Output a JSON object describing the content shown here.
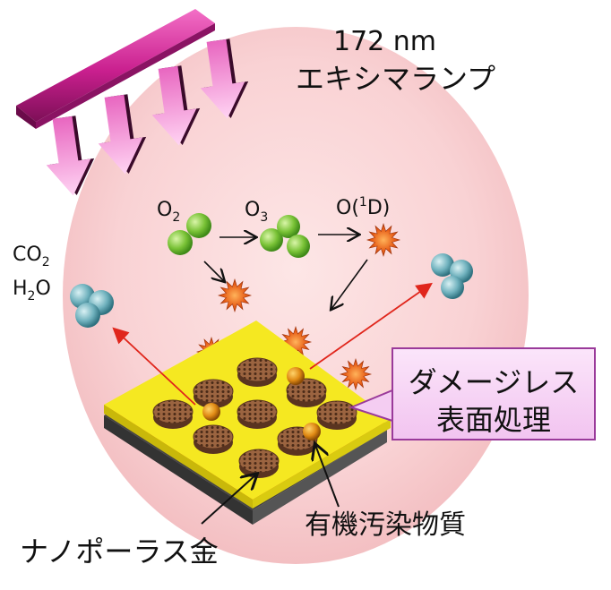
{
  "lamp": {
    "wavelength": "172 nm",
    "name": "エキシマランプ"
  },
  "molecules": {
    "o2": {
      "base": "O",
      "sub": "2"
    },
    "o3": {
      "base": "O",
      "sub": "3"
    },
    "o1d": {
      "pre": "O(",
      "sup": "1",
      "post": "D)"
    },
    "co2": {
      "base": "CO",
      "sub": "2"
    },
    "h2o": {
      "pre": "H",
      "sub": "2",
      "post": "O"
    }
  },
  "callout": {
    "line1": "ダメージレス",
    "line2": "表面処理"
  },
  "labels": {
    "nanoporous_gold": "ナノポーラス金",
    "organic_contaminant": "有機汚染物質"
  },
  "colors": {
    "lamp": "#d6289a",
    "uv_arrow": "#f07fce",
    "halo": "#f6c9cc",
    "oxygen": "#7cc63a",
    "active_oxygen": "#e8691a",
    "product": "#6fb1bd",
    "substrate_top": "#f5e821",
    "pore_disk": "#8f5a3a",
    "contaminant": "#d98a1c",
    "red_arrow": "#e0261c"
  }
}
